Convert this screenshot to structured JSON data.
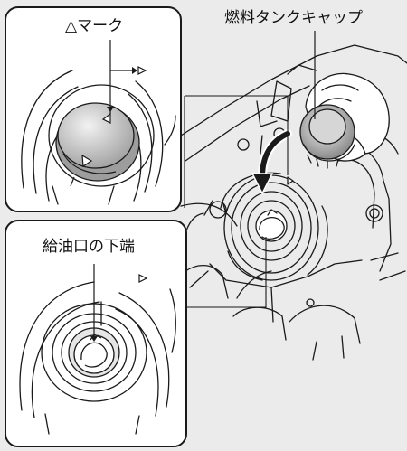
{
  "labels": {
    "mark": "△マーク",
    "fuel_cap": "燃料タンクキャップ",
    "filler_neck_lower_edge": "給油口の下端"
  },
  "colors": {
    "background": "#ebebeb",
    "panel": "#ffffff",
    "line": "#1a1a1a",
    "cap_shade": "#9d9d9d"
  },
  "icons": {
    "triangle_mark": "triangle-outline",
    "rotation_arrow": "curved-arrow-clockwise"
  }
}
